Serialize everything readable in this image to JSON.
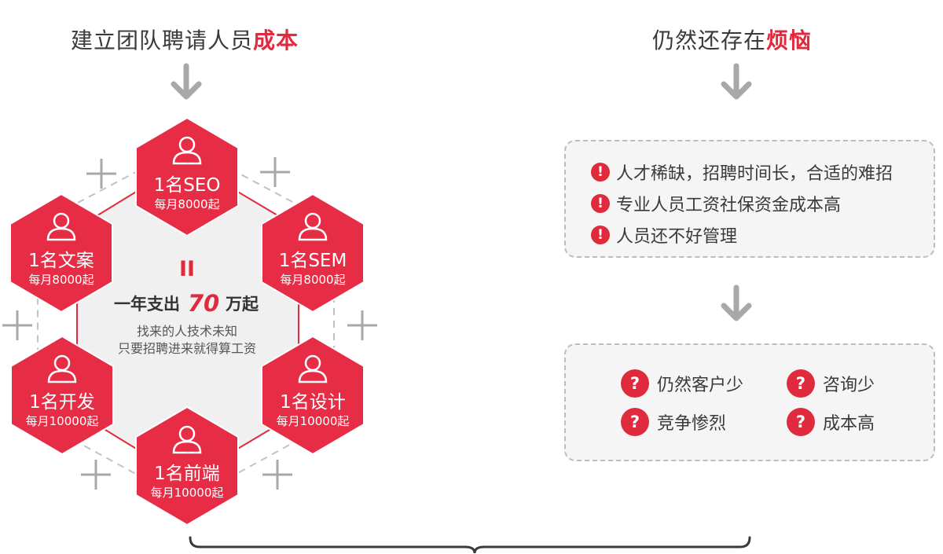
{
  "left": {
    "heading_prefix": "建立团队聘请人员",
    "heading_highlight": "成本",
    "center": {
      "mark": "II",
      "line_prefix": "一年支出",
      "amount": "70",
      "line_suffix": "万起",
      "note_1": "找来的人技术未知",
      "note_2": "只要招聘进来就得算工资"
    },
    "hexagons": [
      {
        "title": "1名SEO",
        "subtitle": "每月8000起"
      },
      {
        "title": "1名文案",
        "subtitle": "每月8000起"
      },
      {
        "title": "1名SEM",
        "subtitle": "每月8000起"
      },
      {
        "title": "1名开发",
        "subtitle": "每月10000起"
      },
      {
        "title": "1名设计",
        "subtitle": "每月10000起"
      },
      {
        "title": "1名前端",
        "subtitle": "每月10000起"
      }
    ]
  },
  "right": {
    "heading_prefix": "仍然还存在",
    "heading_highlight": "烦恼",
    "issues": [
      "人才稀缺，招聘时间长，合适的难招",
      "专业人员工资社保资金成本高",
      "人员还不好管理"
    ],
    "problems": [
      "仍然客户少",
      "咨询少",
      "竞争惨烈",
      "成本高"
    ]
  },
  "colors": {
    "accent": "#e02a3d",
    "gray": "#a8a8a8",
    "panel": "#f5f5f5"
  },
  "icons": {
    "person": "user-icon",
    "warn": "exclamation-icon",
    "question": "question-icon",
    "arrow": "arrow-down-icon"
  }
}
